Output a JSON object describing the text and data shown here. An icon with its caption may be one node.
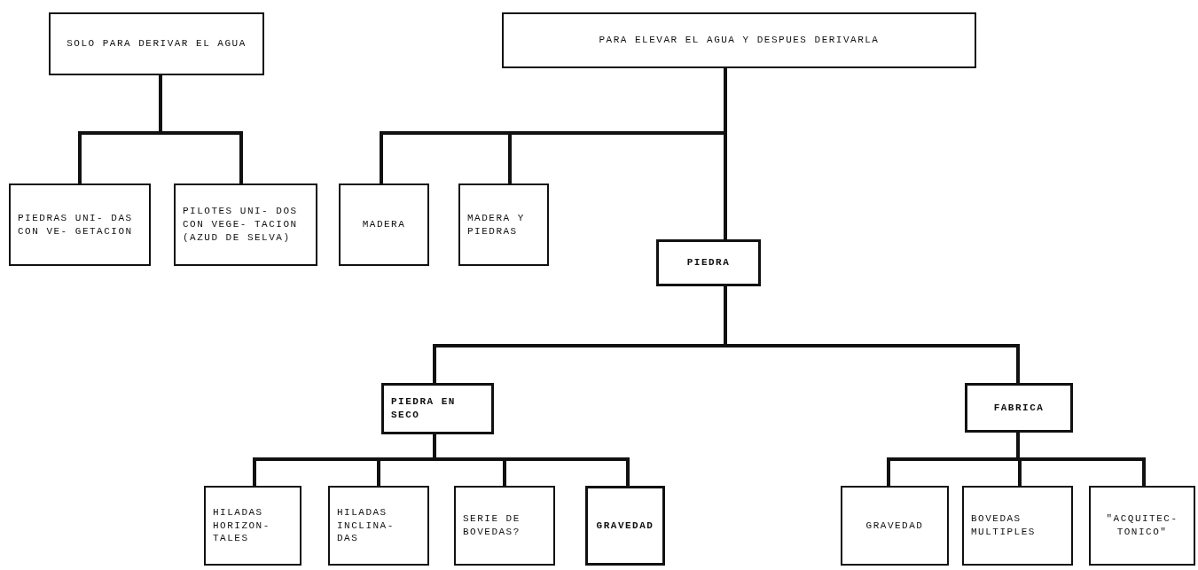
{
  "diagram": {
    "nodes": [
      {
        "text": [
          "SOLO PARA DERIVAR EL AGUA"
        ]
      },
      {
        "text": [
          "PIEDRAS UNI- DAS CON VE- GETACION"
        ]
      },
      {
        "text": [
          "PILOTES UNI- DOS CON VEGE- TACION (AZUD DE SELVA)"
        ]
      },
      {
        "text": [
          "PARA ELEVAR EL AGUA Y DESPUES DERIVARLA"
        ]
      },
      {
        "text": [
          "MADERA"
        ]
      },
      {
        "text": [
          "MADERA Y PIEDRAS"
        ]
      },
      {
        "text": [
          "PIEDRA"
        ]
      },
      {
        "text": [
          "PIEDRA EN SECO"
        ]
      },
      {
        "text": [
          "HILADAS HORIZON- TALES"
        ]
      },
      {
        "text": [
          "HILADAS INCLINA- DAS"
        ]
      },
      {
        "text": [
          "SERIE DE BOVEDAS?"
        ]
      },
      {
        "text": [
          "GRAVEDAD"
        ]
      },
      {
        "text": [
          "FABRICA"
        ]
      },
      {
        "text": [
          "GRAVEDAD"
        ]
      },
      {
        "text": [
          "BOVEDAS MULTIPLES"
        ]
      },
      {
        "text": [
          "\"ACQUITEC- TONICO\""
        ]
      }
    ],
    "edges": [
      {
        "from": 0,
        "to": 1,
        "arrow": "none"
      },
      {
        "from": 0,
        "to": 2,
        "arrow": "none"
      },
      {
        "from": 3,
        "to": 4,
        "arrow": "none"
      },
      {
        "from": 3,
        "to": 5,
        "arrow": "none"
      },
      {
        "from": 3,
        "to": 6,
        "arrow": "none"
      },
      {
        "from": 6,
        "to": 7,
        "arrow": "none"
      },
      {
        "from": 6,
        "to": 12,
        "arrow": "none"
      },
      {
        "from": 7,
        "to": 8,
        "arrow": "none"
      },
      {
        "from": 7,
        "to": 9,
        "arrow": "none"
      },
      {
        "from": 7,
        "to": 10,
        "arrow": "none"
      },
      {
        "from": 7,
        "to": 11,
        "arrow": "none"
      },
      {
        "from": 12,
        "to": 13,
        "arrow": "none"
      },
      {
        "from": 12,
        "to": 14,
        "arrow": "none"
      },
      {
        "from": 12,
        "to": 15,
        "arrow": "none"
      }
    ]
  }
}
